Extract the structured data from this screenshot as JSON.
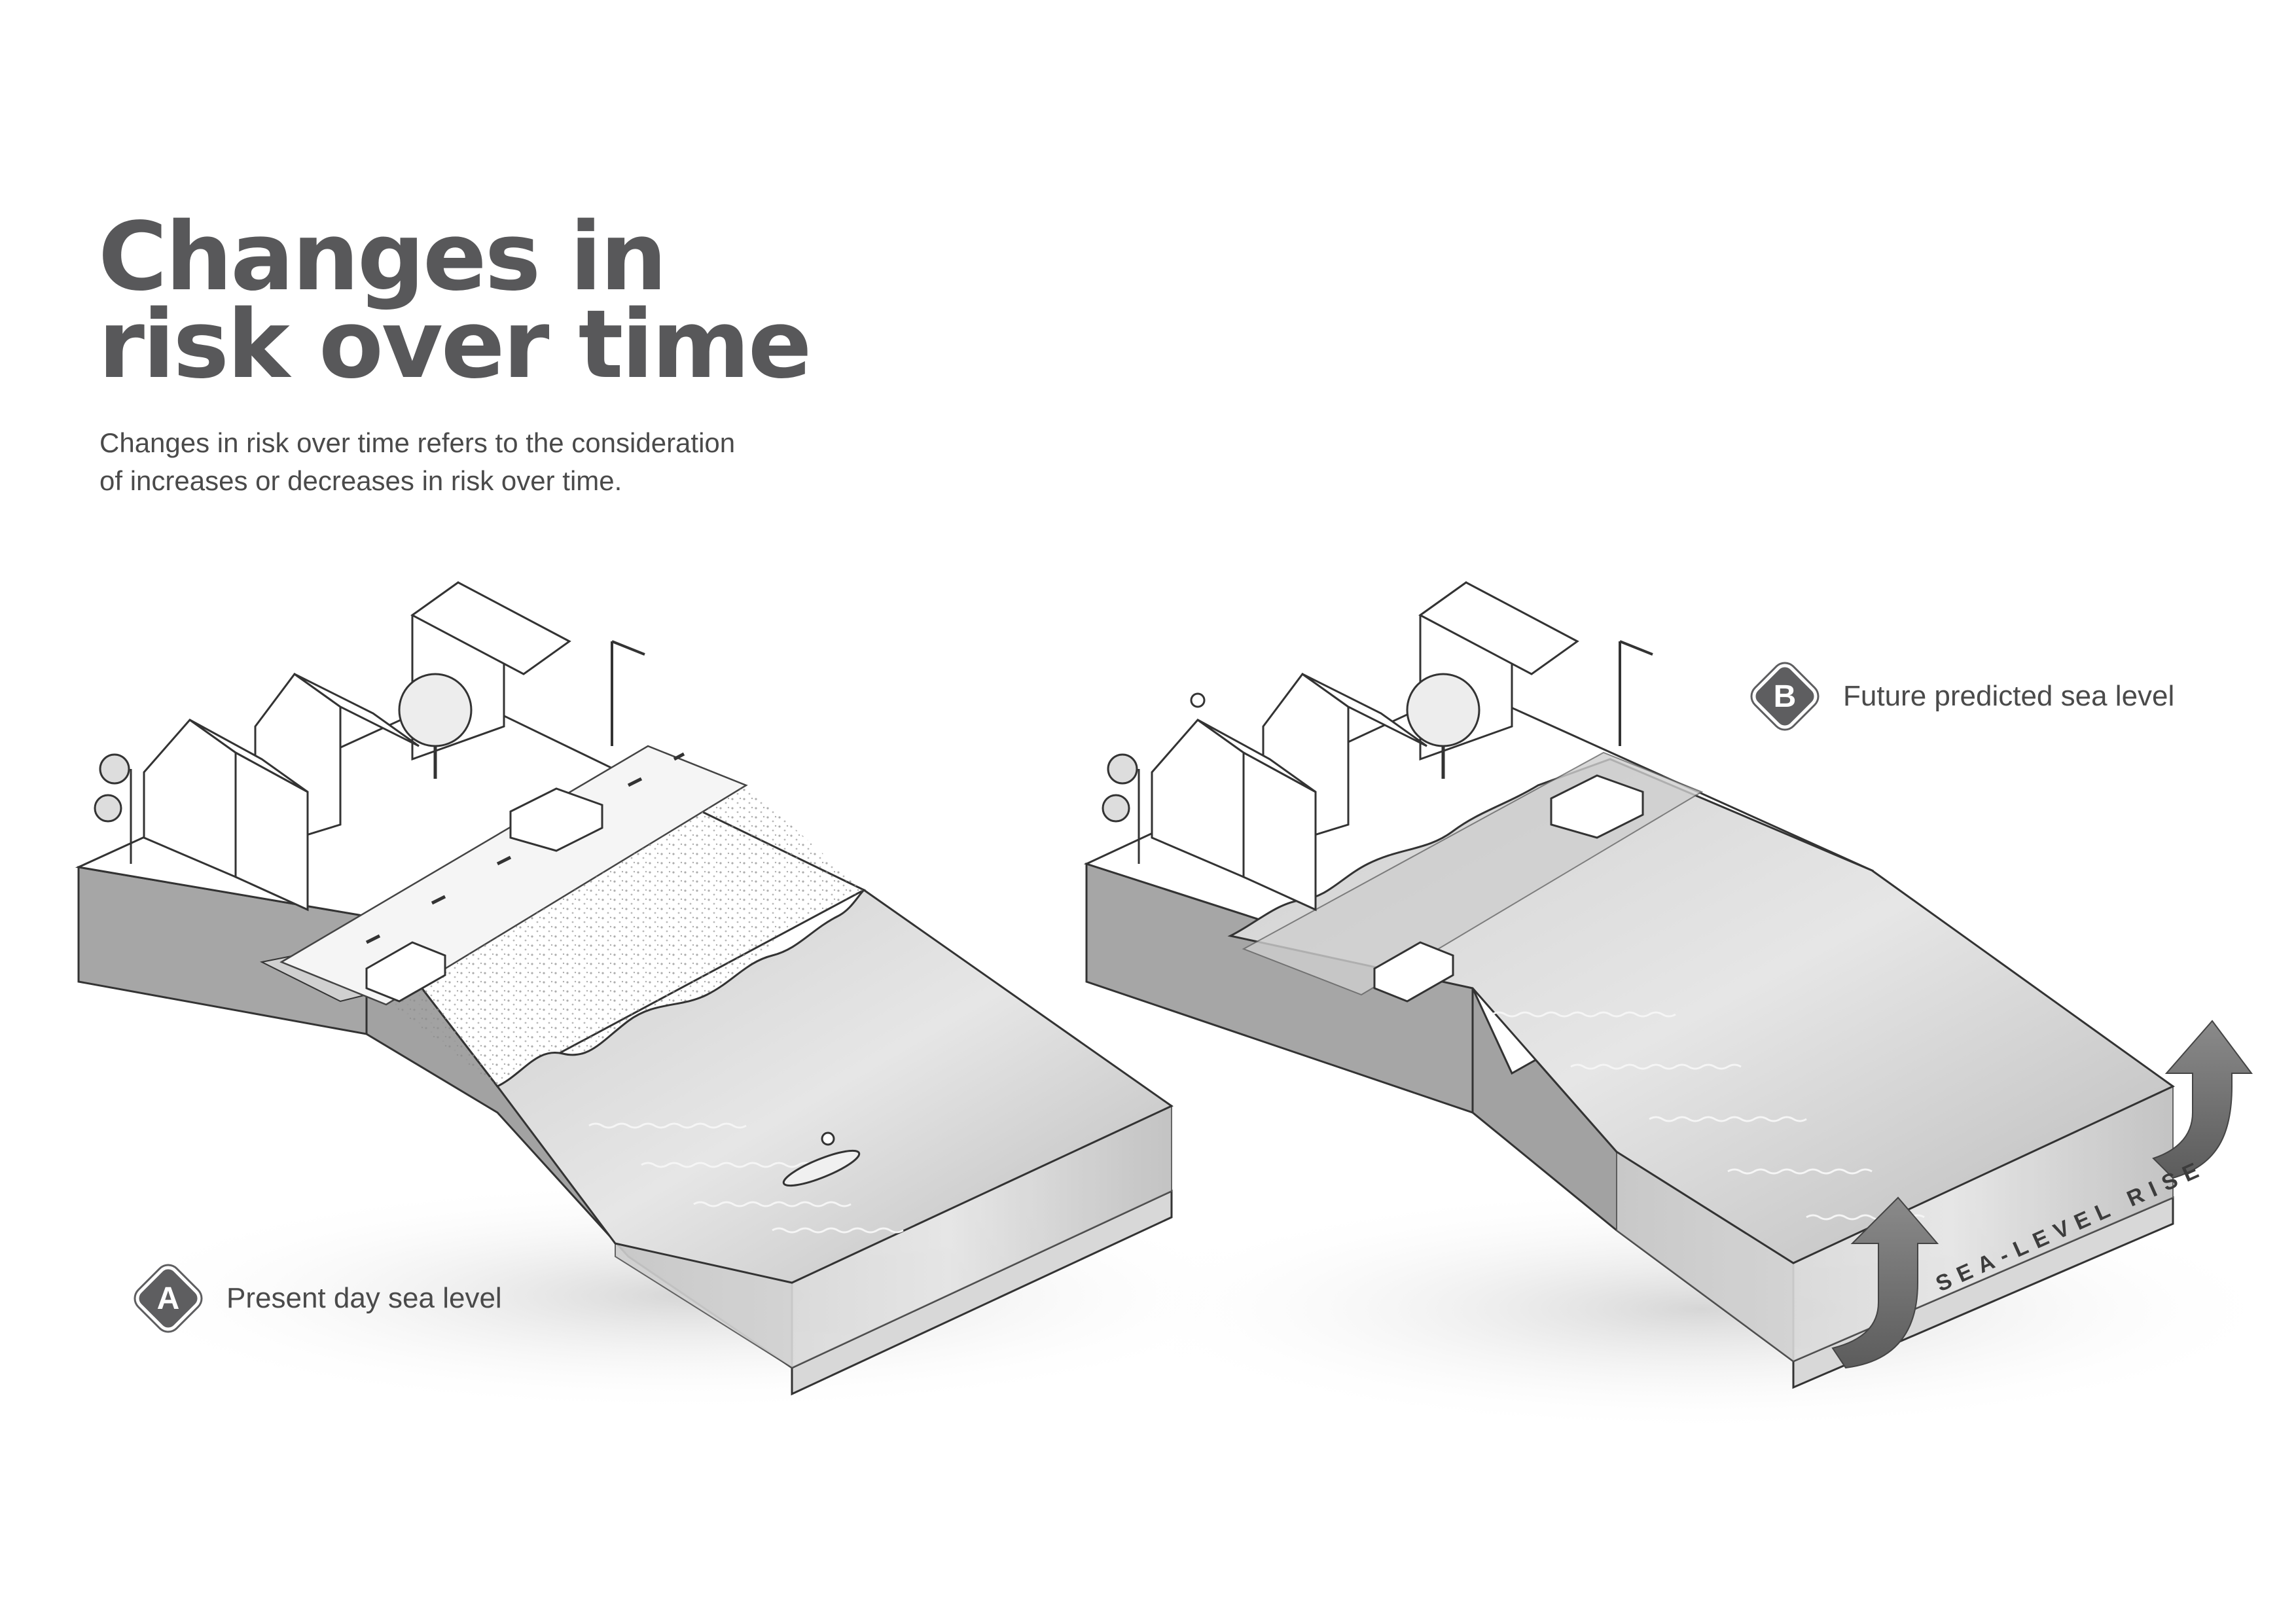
{
  "title_lines": [
    "Changes in",
    "risk over time"
  ],
  "description_lines": [
    "Changes in risk over time refers to the consideration",
    "of increases or decreases in risk over time."
  ],
  "scene_a": {
    "badge": "A",
    "label": "Present day sea level"
  },
  "scene_b": {
    "badge": "B",
    "label": "Future predicted sea level"
  },
  "sea_level_rise_label": "SEA-LEVEL RISE",
  "colors": {
    "title": "#58585a",
    "badge": "#5e5e60",
    "block_side": "#a8a8a8",
    "block_front": "#c4c4c4",
    "water": "#bdbdbd"
  }
}
